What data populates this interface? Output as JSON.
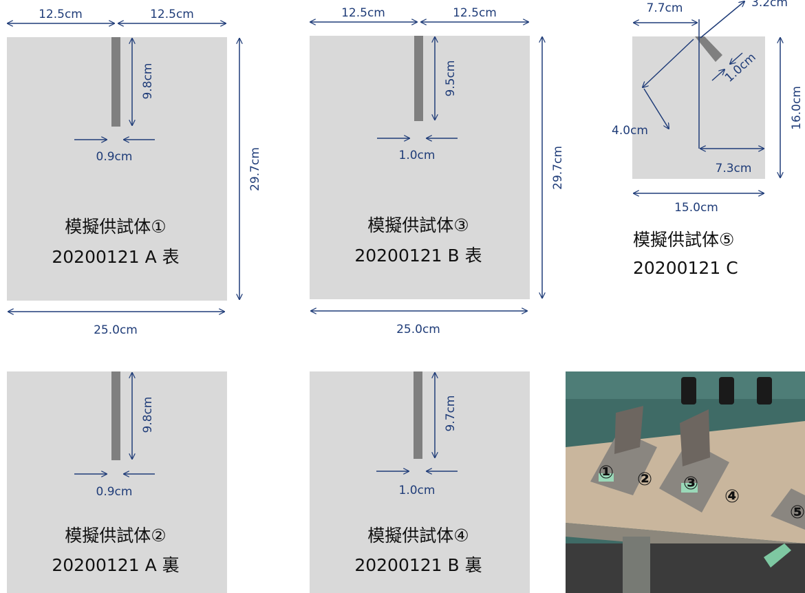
{
  "colors": {
    "panel": "#d9d9d9",
    "slit": "#7f7f7f",
    "dimension": "#1f3c78",
    "text": "#111111",
    "photo_tape": "#9ad8b8"
  },
  "specimens": {
    "s1": {
      "name": "模擬供試体①",
      "code": "20200121 A 表",
      "half_left": "12.5cm",
      "half_right": "12.5cm",
      "slit_length": "9.8cm",
      "slit_width": "0.9cm",
      "height": "29.7cm",
      "width": "25.0cm"
    },
    "s3": {
      "name": "模擬供試体③",
      "code": "20200121 B 表",
      "half_left": "12.5cm",
      "half_right": "12.5cm",
      "slit_length": "9.5cm",
      "slit_width": "1.0cm",
      "height": "29.7cm",
      "width": "25.0cm"
    },
    "s5": {
      "name": "模擬供試体⑤",
      "code": "20200121 C",
      "top_offset": "7.7cm",
      "diag_long": "3.2cm",
      "diag_short": "1.0cm",
      "diag_left": "4.0cm",
      "right_offset": "7.3cm",
      "height": "16.0cm",
      "width": "15.0cm"
    },
    "s2": {
      "name": "模擬供試体②",
      "code": "20200121 A 裏",
      "slit_length": "9.8cm",
      "slit_width": "0.9cm"
    },
    "s4": {
      "name": "模擬供試体④",
      "code": "20200121 B 裏",
      "slit_length": "9.7cm",
      "slit_width": "1.0cm"
    }
  },
  "photo": {
    "markers": [
      "①",
      "②",
      "③",
      "④",
      "⑤"
    ]
  }
}
